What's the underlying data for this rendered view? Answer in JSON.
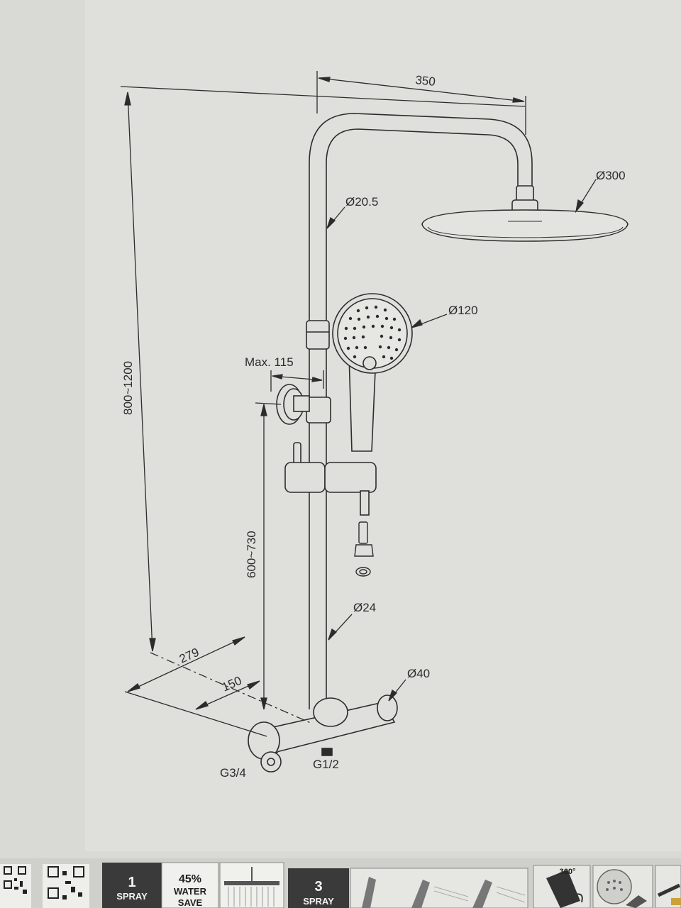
{
  "dimensions": {
    "arm_length": "350",
    "head_diameter": "Ø300",
    "riser_upper_diameter": "Ø20.5",
    "hand_shower_diameter": "Ø120",
    "wall_bracket_max": "Max. 115",
    "total_height": "800~1200",
    "mixer_height": "600~730",
    "riser_lower_diameter": "Ø24",
    "mixer_width": "279",
    "mixer_depth": "150",
    "mixer_body_diameter": "Ø40",
    "inlet_thread": "G3/4",
    "outlet_thread": "G1/2"
  },
  "feature_strip": {
    "badge_1": {
      "number": "1",
      "label": "SPRAY"
    },
    "badge_water": {
      "percent": "45%",
      "line1": "WATER",
      "line2": "SAVE"
    },
    "badge_3": {
      "number": "3",
      "label": "SPRAY"
    },
    "rotate_label": "360°"
  },
  "colors": {
    "paper": "#d9dad6",
    "line": "#2c2c2c",
    "strip_dark": "#3a3a3a"
  }
}
